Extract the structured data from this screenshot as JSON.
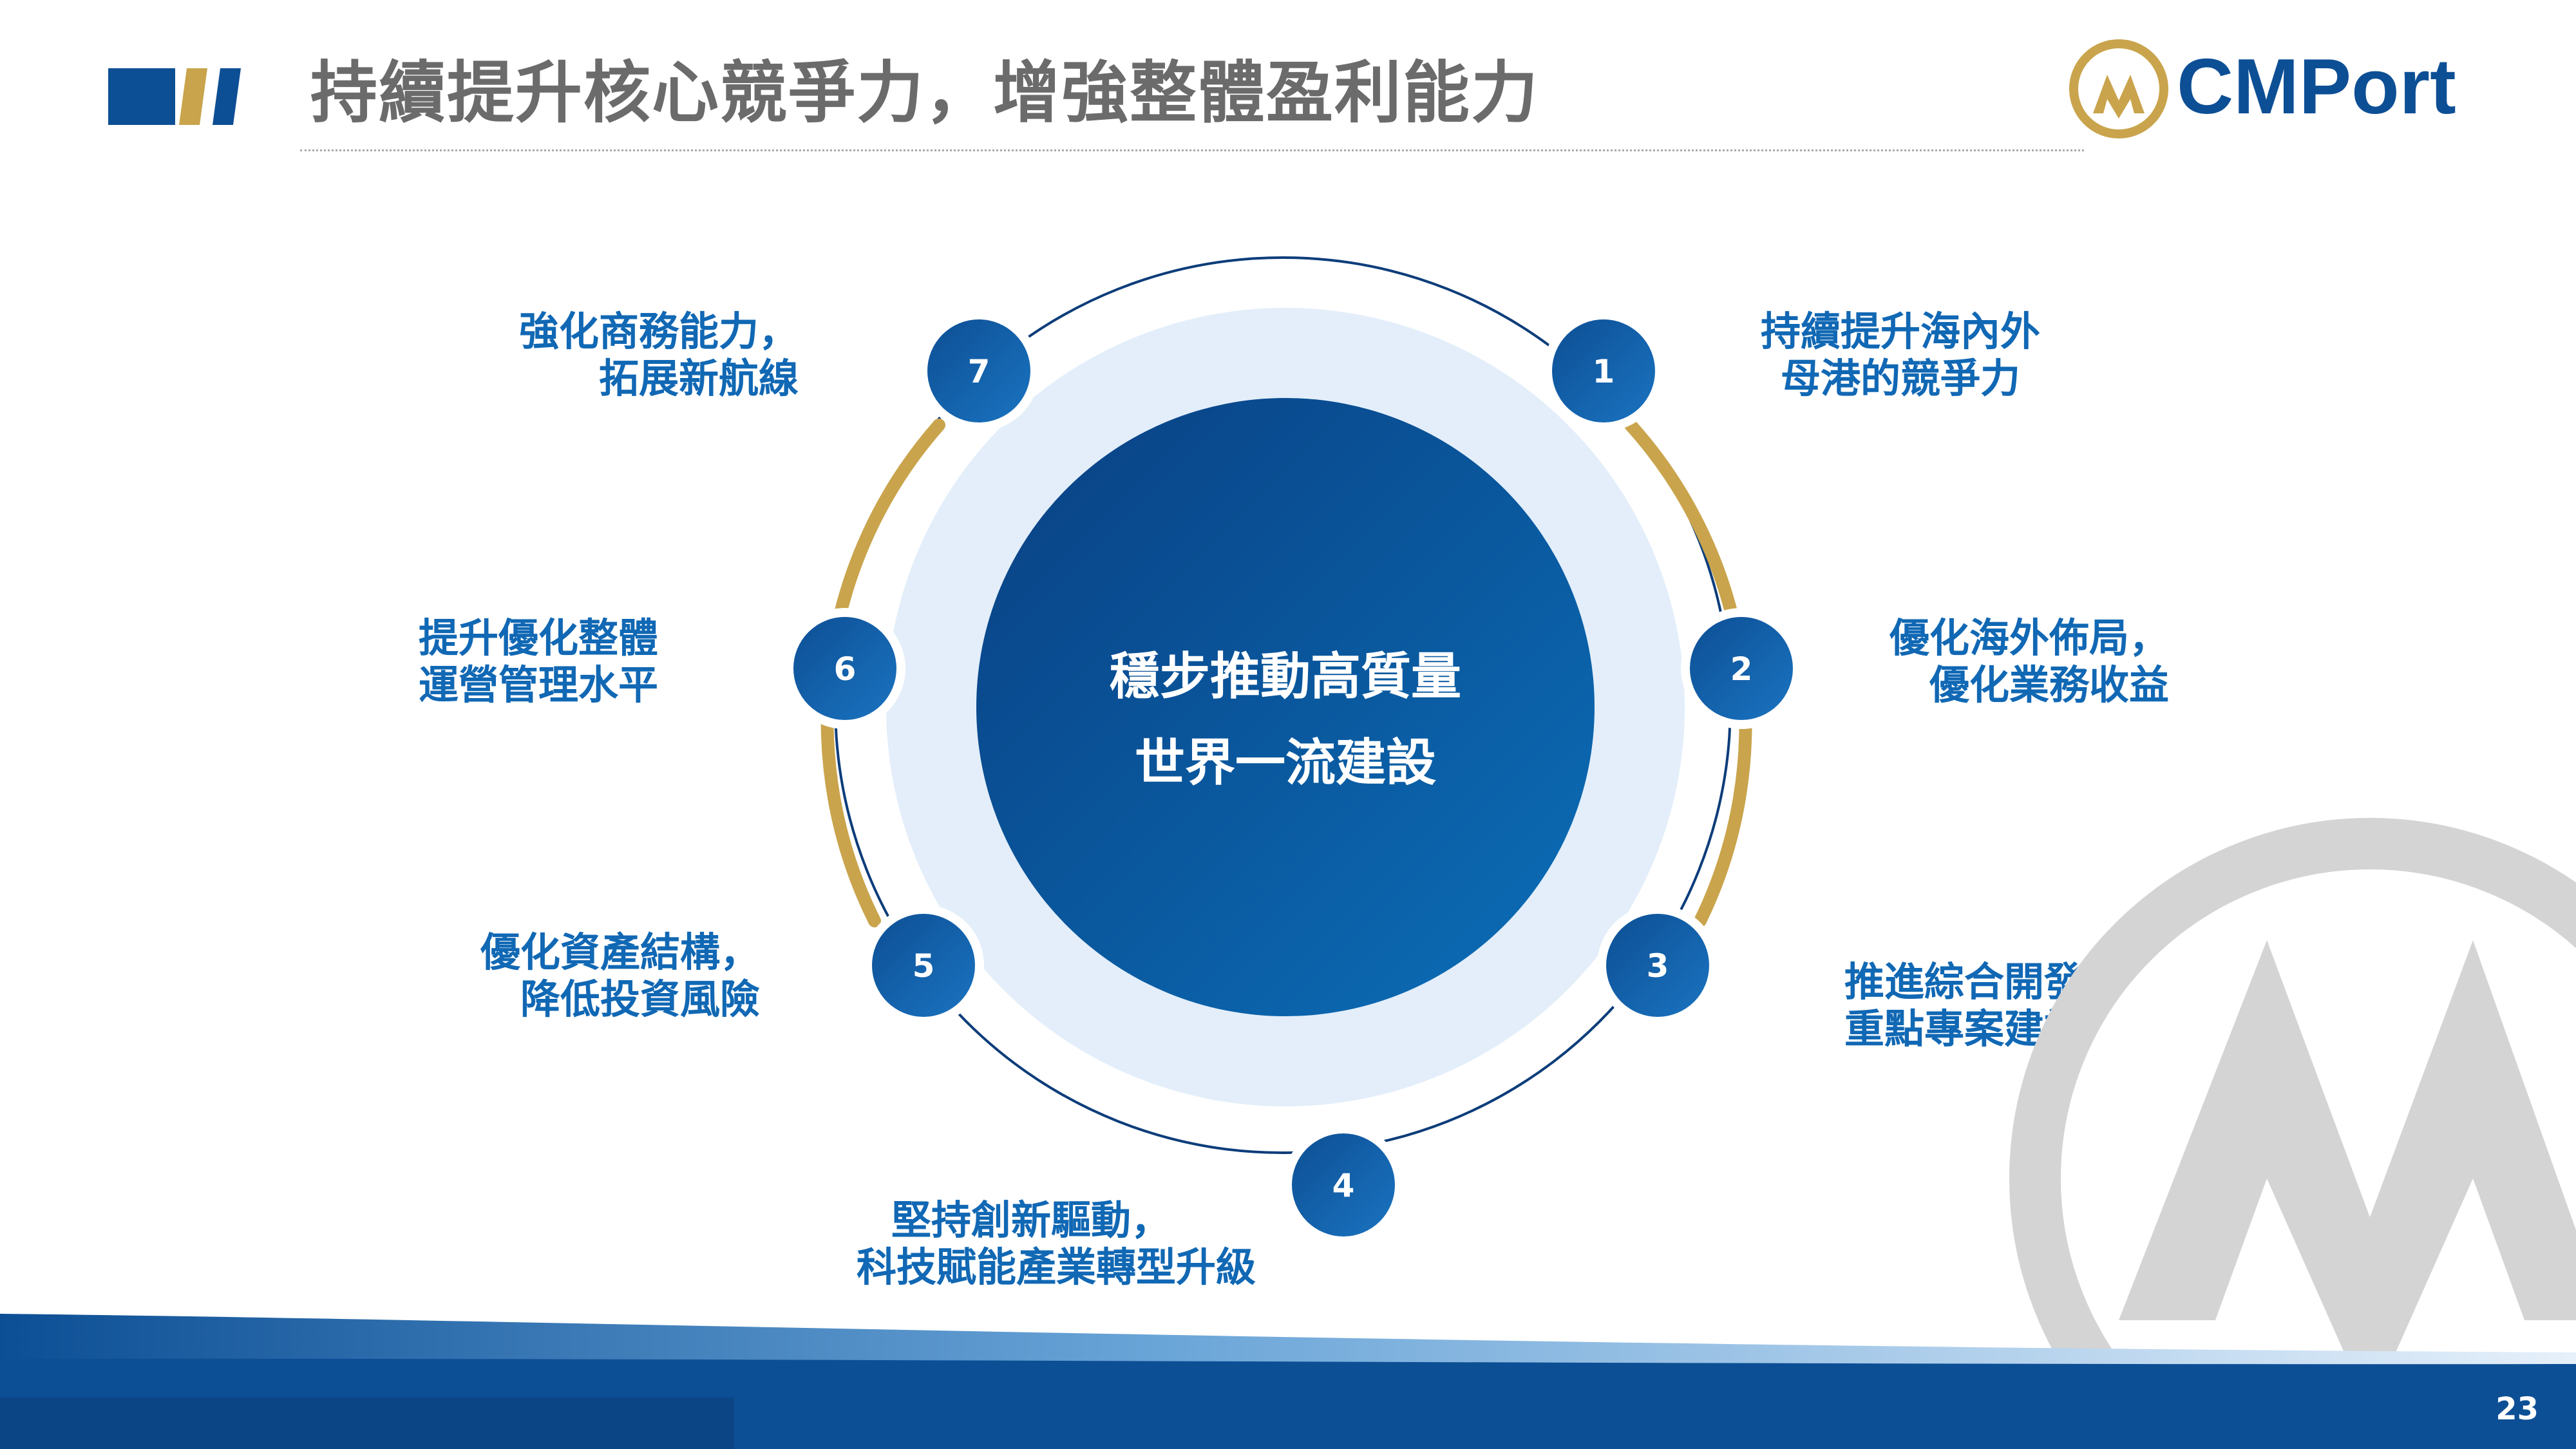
{
  "header": {
    "title": "持續提升核心競爭力，增強整體盈利能力"
  },
  "logo": {
    "text": "CMPort"
  },
  "center": {
    "line1": "穩步推動高質量",
    "line2": "世界一流建設"
  },
  "nodes": [
    {
      "number": "1",
      "line1": "持續提升海內外",
      "line2": "母港的競爭力"
    },
    {
      "number": "2",
      "line1": "優化海外佈局，",
      "line2": "優化業務收益"
    },
    {
      "number": "3",
      "line1": "推進綜合開發",
      "line2": "重點專案建設"
    },
    {
      "number": "4",
      "line1": "堅持創新驅動，",
      "line2": "科技賦能產業轉型升級"
    },
    {
      "number": "5",
      "line1": "優化資產結構，",
      "line2": "降低投資風險"
    },
    {
      "number": "6",
      "line1": "提升優化整體",
      "line2": "運營管理水平"
    },
    {
      "number": "7",
      "line1": "強化商務能力，",
      "line2": "拓展新航線"
    }
  ],
  "footer": {
    "page_number": "23"
  },
  "colors": {
    "primary_blue": "#0d4f95",
    "label_blue": "#1168b4",
    "gold": "#c9a44c",
    "light_blue": "#e3eefa",
    "title_gray": "#6b6b6b"
  }
}
